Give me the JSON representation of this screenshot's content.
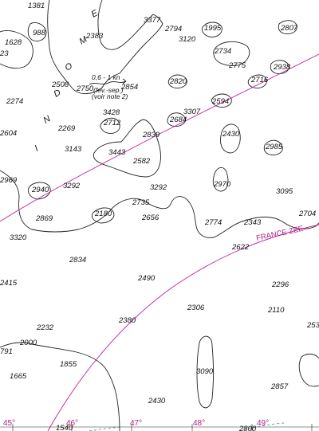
{
  "soundings": [
    {
      "id": "s1",
      "text": "1381"
    },
    {
      "id": "s2",
      "text": "988"
    },
    {
      "id": "s3",
      "text": "1628"
    },
    {
      "id": "s4",
      "text": "23"
    },
    {
      "id": "s5",
      "text": "2383"
    },
    {
      "id": "s6",
      "text": "3377"
    },
    {
      "id": "s7",
      "text": "2794"
    },
    {
      "id": "s8",
      "text": "3120"
    },
    {
      "id": "s9",
      "text": "1995"
    },
    {
      "id": "s10",
      "text": "2807"
    },
    {
      "id": "s11",
      "text": "2734"
    },
    {
      "id": "s12",
      "text": "2775"
    },
    {
      "id": "s13",
      "text": "2938"
    },
    {
      "id": "s14",
      "text": "2716"
    },
    {
      "id": "s15",
      "text": "2820"
    },
    {
      "id": "s16",
      "text": "2508"
    },
    {
      "id": "s17",
      "text": "2750"
    },
    {
      "id": "s18",
      "text": "2854"
    },
    {
      "id": "s19",
      "text": "2274"
    },
    {
      "id": "s20",
      "text": "2594"
    },
    {
      "id": "s21",
      "text": "3428"
    },
    {
      "id": "s22",
      "text": "3307"
    },
    {
      "id": "s23",
      "text": "2684"
    },
    {
      "id": "s24",
      "text": "2604"
    },
    {
      "id": "s25",
      "text": "2269"
    },
    {
      "id": "s26",
      "text": "2712"
    },
    {
      "id": "s27",
      "text": "2839"
    },
    {
      "id": "s28",
      "text": "2430"
    },
    {
      "id": "s29",
      "text": "3143"
    },
    {
      "id": "s30",
      "text": "3443"
    },
    {
      "id": "s31",
      "text": "2582"
    },
    {
      "id": "s32",
      "text": "2985"
    },
    {
      "id": "s33",
      "text": "2969"
    },
    {
      "id": "s34",
      "text": "2940"
    },
    {
      "id": "s35",
      "text": "3292"
    },
    {
      "id": "s36",
      "text": "3292"
    },
    {
      "id": "s37",
      "text": "2970"
    },
    {
      "id": "s38",
      "text": "3095"
    },
    {
      "id": "s39",
      "text": "2735"
    },
    {
      "id": "s40",
      "text": "2180"
    },
    {
      "id": "s41",
      "text": "2869"
    },
    {
      "id": "s42",
      "text": "2656"
    },
    {
      "id": "s43",
      "text": "2774"
    },
    {
      "id": "s44",
      "text": "2343"
    },
    {
      "id": "s45",
      "text": "2704"
    },
    {
      "id": "s46",
      "text": "3320"
    },
    {
      "id": "s47",
      "text": "2622"
    },
    {
      "id": "s48",
      "text": "2834"
    },
    {
      "id": "s49",
      "text": "2415"
    },
    {
      "id": "s50",
      "text": "2490"
    },
    {
      "id": "s51",
      "text": "2296"
    },
    {
      "id": "s52",
      "text": "2306"
    },
    {
      "id": "s53",
      "text": "2110"
    },
    {
      "id": "s54",
      "text": "2380"
    },
    {
      "id": "s55",
      "text": "2232"
    },
    {
      "id": "s56",
      "text": "253"
    },
    {
      "id": "s57",
      "text": "2000"
    },
    {
      "id": "s58",
      "text": "791"
    },
    {
      "id": "s59",
      "text": "1855"
    },
    {
      "id": "s60",
      "text": "1665"
    },
    {
      "id": "s61",
      "text": "3090"
    },
    {
      "id": "s62",
      "text": "2857"
    },
    {
      "id": "s63",
      "text": "2430"
    },
    {
      "id": "s64",
      "text": "1540"
    },
    {
      "id": "s65",
      "text": "2800"
    }
  ],
  "region_letters": [
    "I",
    "N",
    "D",
    "O",
    "M",
    "E"
  ],
  "current_note": {
    "speed": "0,6 - 1 kn",
    "period": "(fev.-sep.)",
    "ref": "(voir note 2)"
  },
  "zee_label": "FRANCE ZEE",
  "longitudes": [
    "45°",
    "46°",
    "47°",
    "48°",
    "49°"
  ],
  "colors": {
    "boundary": "#c0209a",
    "contour": "#222222",
    "route": "#3fa58a",
    "text": "#111111"
  }
}
